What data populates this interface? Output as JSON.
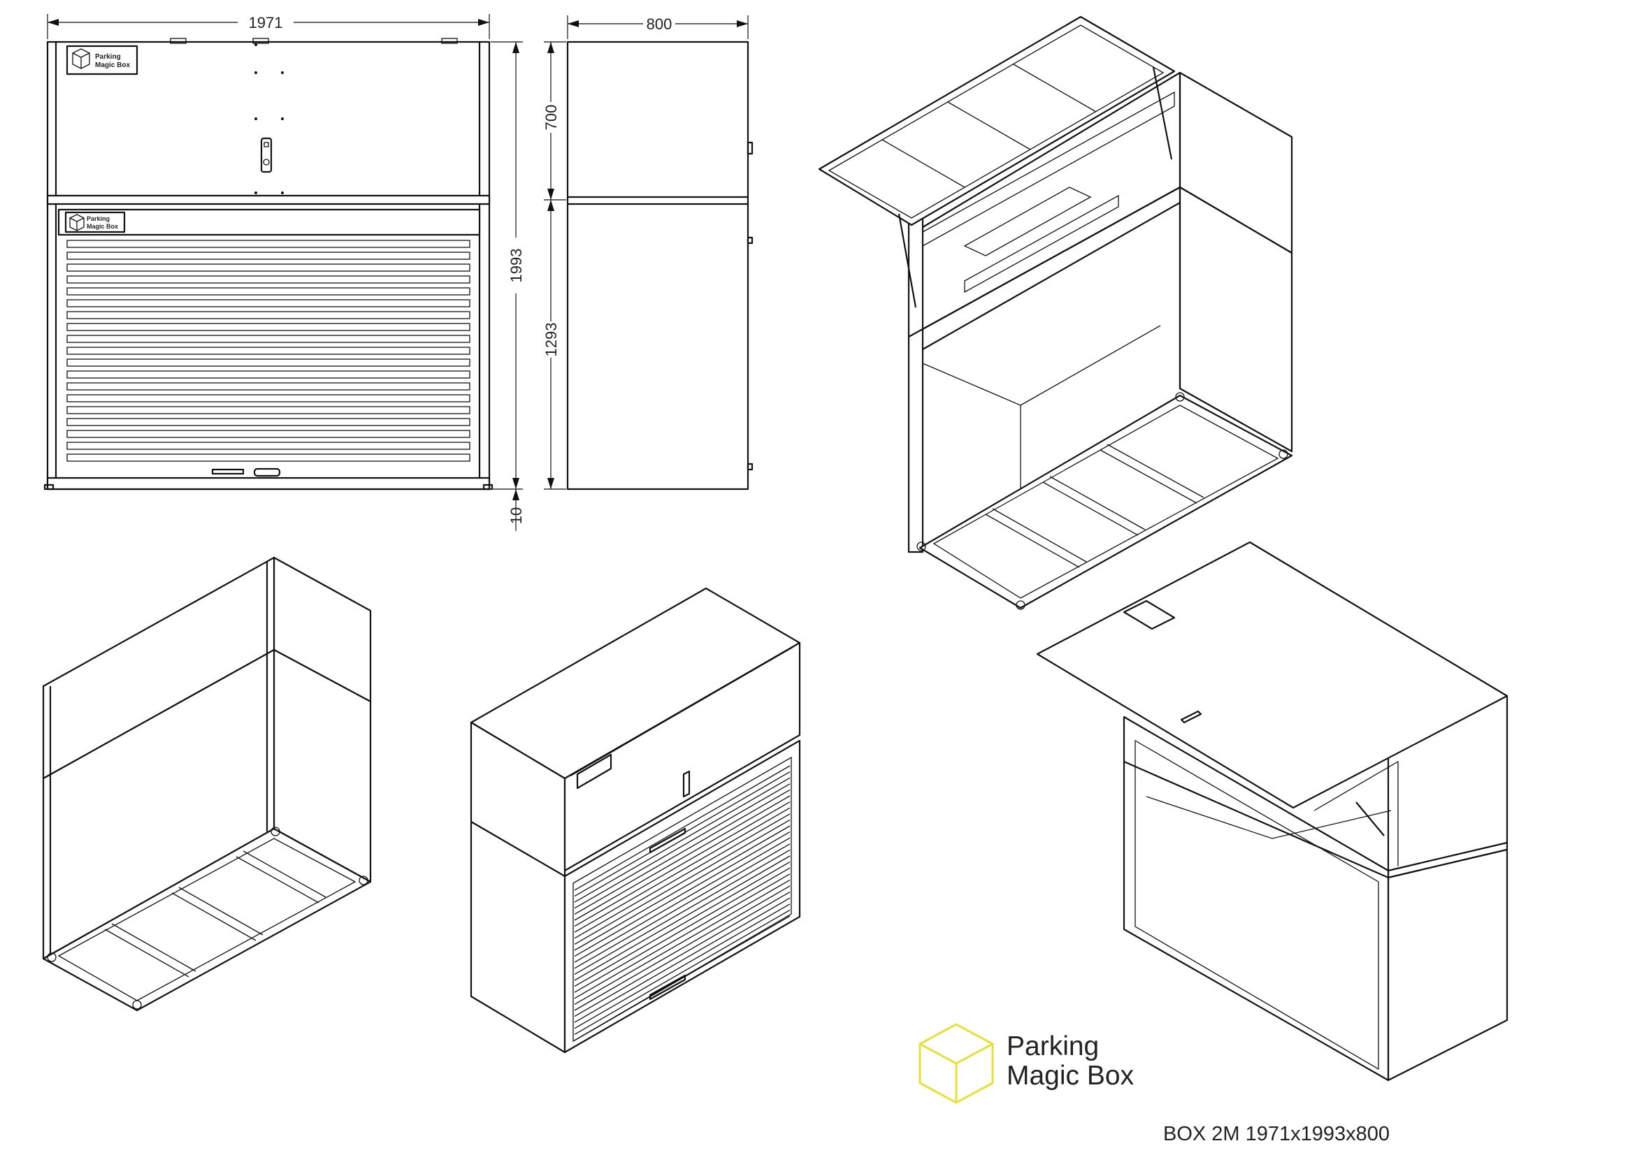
{
  "drawing": {
    "dimensions": {
      "width": "1971",
      "depth": "800",
      "height": "1993",
      "upper_height": "700",
      "lower_height": "1293",
      "base_offset": "10"
    },
    "small_labels": {
      "line1": "Parking",
      "line2": "Magic Box"
    },
    "brand": {
      "line1": "Parking",
      "line2": "Magic Box",
      "logo_color": "#E8E03A"
    },
    "caption": "BOX 2M 1971x1993x800"
  }
}
